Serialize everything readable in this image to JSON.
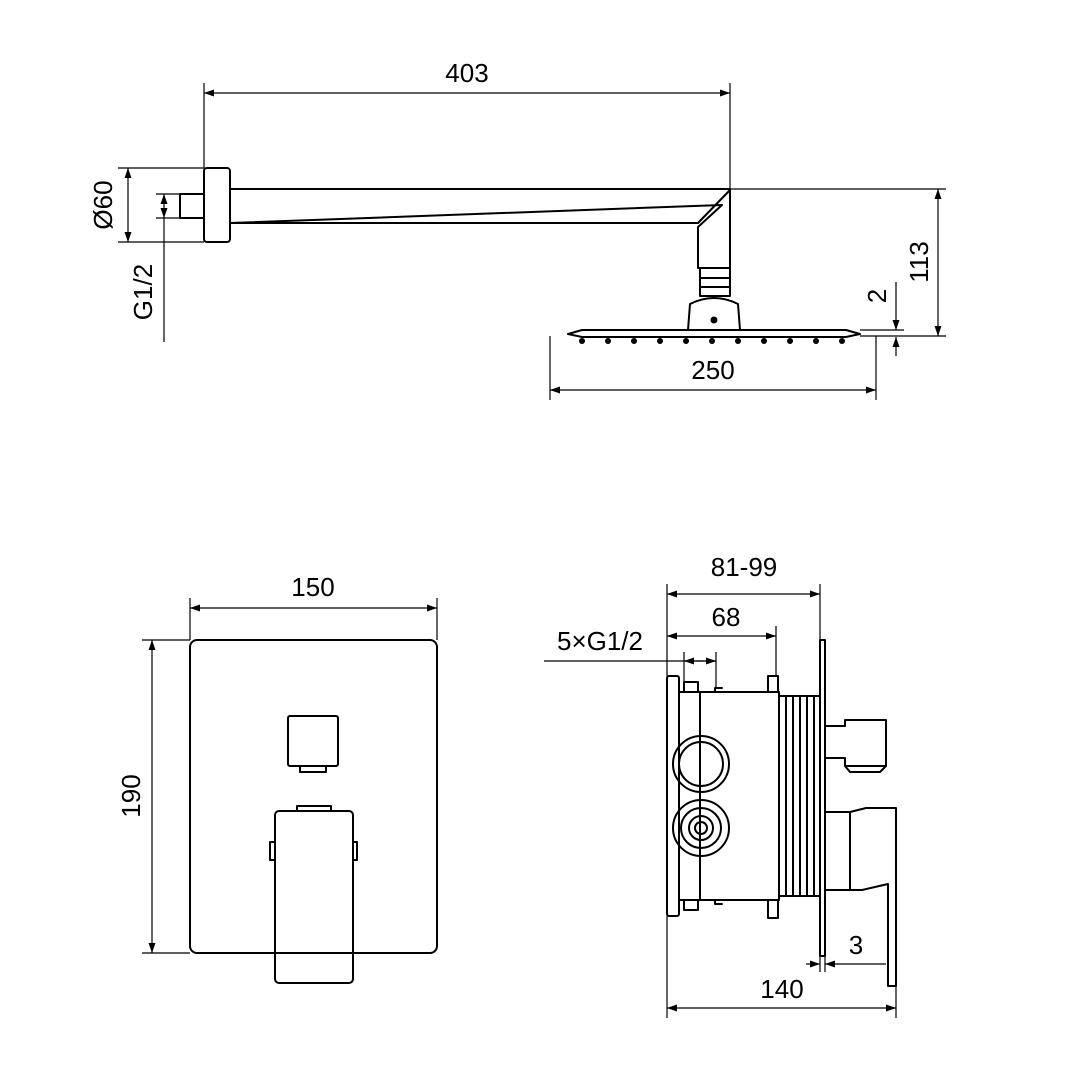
{
  "drawing": {
    "shower_head": {
      "arm_length": "403",
      "flange_diameter": "Ø60",
      "connection_thread": "G1/2",
      "height": "113",
      "plate_thickness": "2",
      "head_width": "250"
    },
    "cover_plate": {
      "width": "150",
      "height": "190"
    },
    "mixer_body": {
      "install_depth_range": "81-99",
      "body_depth": "68",
      "connections": "5×G1/2",
      "total_depth": "140",
      "plate_gap": "3"
    }
  }
}
